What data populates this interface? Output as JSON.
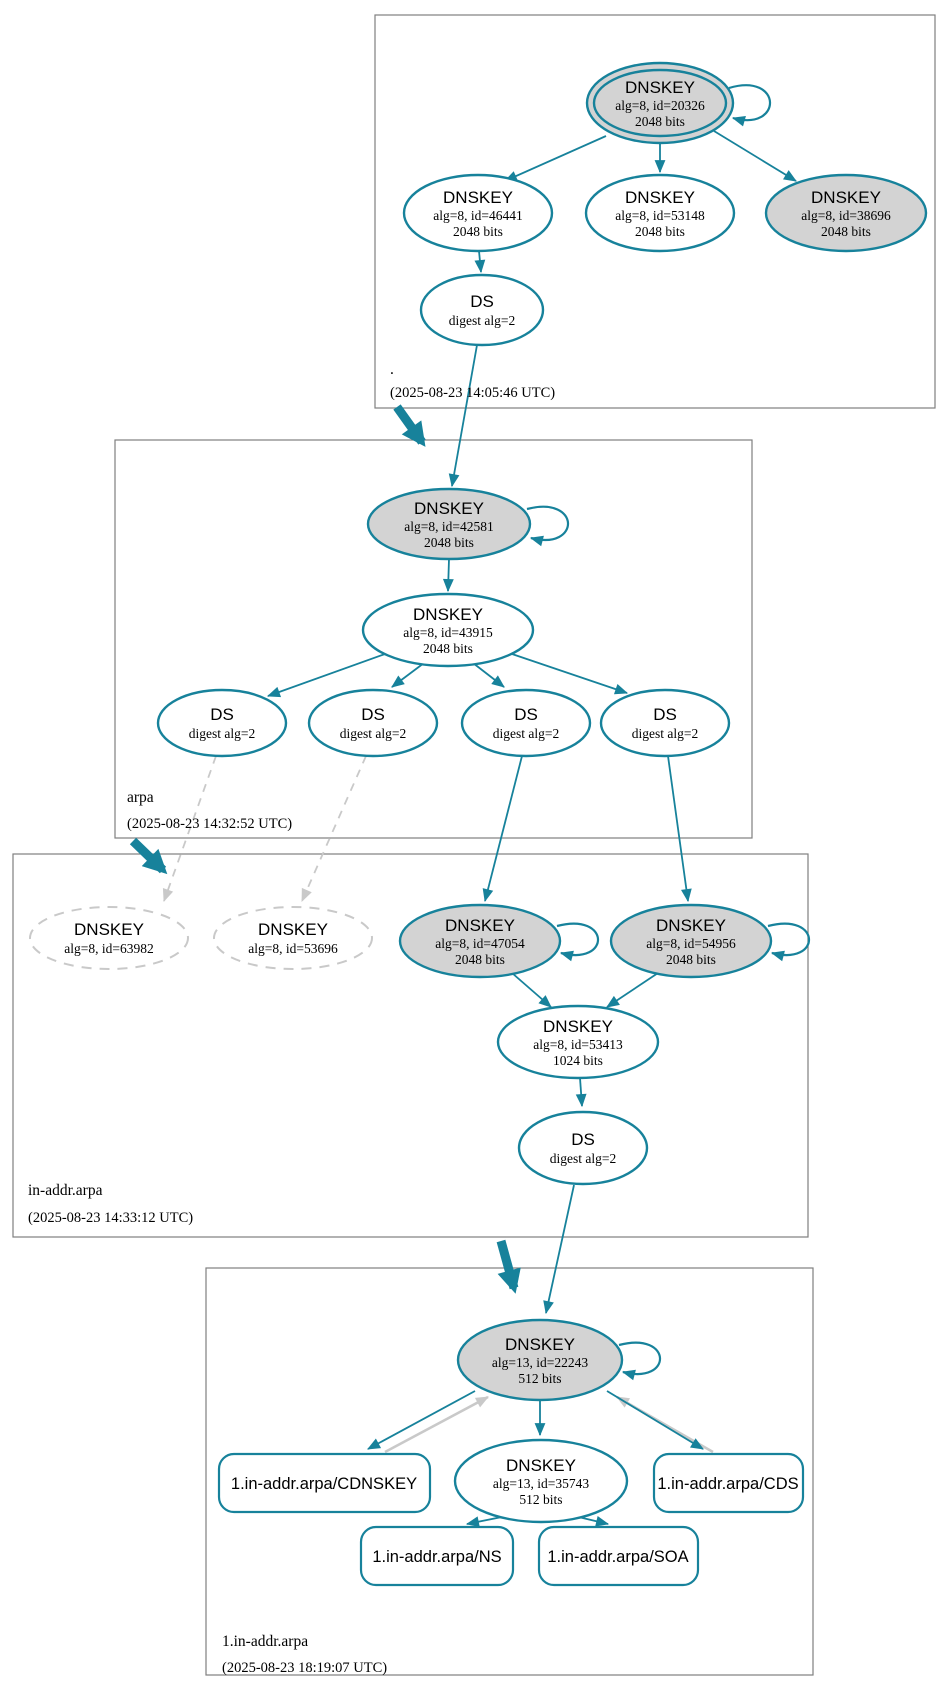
{
  "zones": {
    "root": {
      "label": ".",
      "timestamp": "(2025-08-23 14:05:46 UTC)"
    },
    "arpa": {
      "label": "arpa",
      "timestamp": "(2025-08-23 14:32:52 UTC)"
    },
    "in_addr_arpa": {
      "label": "in-addr.arpa",
      "timestamp": "(2025-08-23 14:33:12 UTC)"
    },
    "one_in_addr_arpa": {
      "label": "1.in-addr.arpa",
      "timestamp": "(2025-08-23 18:19:07 UTC)"
    }
  },
  "nodes": {
    "root_ksk_20326": {
      "title": "DNSKEY",
      "meta": "alg=8, id=20326",
      "bits": "2048 bits"
    },
    "root_dnskey_46441": {
      "title": "DNSKEY",
      "meta": "alg=8, id=46441",
      "bits": "2048 bits"
    },
    "root_dnskey_53148": {
      "title": "DNSKEY",
      "meta": "alg=8, id=53148",
      "bits": "2048 bits"
    },
    "root_dnskey_38696": {
      "title": "DNSKEY",
      "meta": "alg=8, id=38696",
      "bits": "2048 bits"
    },
    "root_ds": {
      "title": "DS",
      "meta": "digest alg=2"
    },
    "arpa_ksk_42581": {
      "title": "DNSKEY",
      "meta": "alg=8, id=42581",
      "bits": "2048 bits"
    },
    "arpa_zsk_43915": {
      "title": "DNSKEY",
      "meta": "alg=8, id=43915",
      "bits": "2048 bits"
    },
    "arpa_ds1": {
      "title": "DS",
      "meta": "digest alg=2"
    },
    "arpa_ds2": {
      "title": "DS",
      "meta": "digest alg=2"
    },
    "arpa_ds3": {
      "title": "DS",
      "meta": "digest alg=2"
    },
    "arpa_ds4": {
      "title": "DS",
      "meta": "digest alg=2"
    },
    "ia_dnskey_63982": {
      "title": "DNSKEY",
      "meta": "alg=8, id=63982"
    },
    "ia_dnskey_53696": {
      "title": "DNSKEY",
      "meta": "alg=8, id=53696"
    },
    "ia_ksk_47054": {
      "title": "DNSKEY",
      "meta": "alg=8, id=47054",
      "bits": "2048 bits"
    },
    "ia_ksk_54956": {
      "title": "DNSKEY",
      "meta": "alg=8, id=54956",
      "bits": "2048 bits"
    },
    "ia_zsk_53413": {
      "title": "DNSKEY",
      "meta": "alg=8, id=53413",
      "bits": "1024 bits"
    },
    "ia_ds": {
      "title": "DS",
      "meta": "digest alg=2"
    },
    "one_ksk_22243": {
      "title": "DNSKEY",
      "meta": "alg=13, id=22243",
      "bits": "512 bits"
    },
    "one_zsk_35743": {
      "title": "DNSKEY",
      "meta": "alg=13, id=35743",
      "bits": "512 bits"
    },
    "rr_cdnskey": {
      "label": "1.in-addr.arpa/CDNSKEY"
    },
    "rr_cds": {
      "label": "1.in-addr.arpa/CDS"
    },
    "rr_ns": {
      "label": "1.in-addr.arpa/NS"
    },
    "rr_soa": {
      "label": "1.in-addr.arpa/SOA"
    }
  },
  "colors": {
    "edge_teal": "#17829b",
    "node_fill_gray": "#d3d3d3",
    "insecure_gray": "#c9c9c9",
    "box_border": "#7f7f7f",
    "text": "#000000"
  }
}
